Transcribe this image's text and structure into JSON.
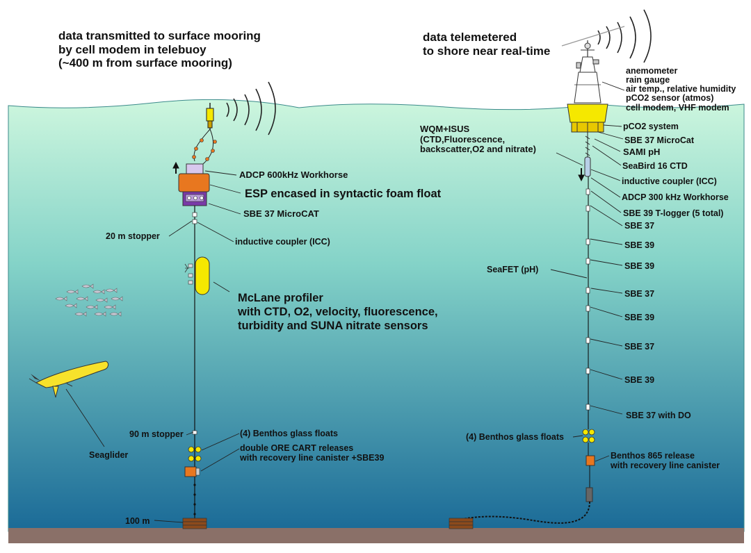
{
  "colors": {
    "sky": "#ffffff",
    "water_top": "#cdf6de",
    "water_mid": "#84d3c8",
    "water_bottom": "#1a6a97",
    "seafloor": "#8a7068",
    "buoy_yellow": "#f5e800",
    "esp_orange": "#e8771f",
    "purple_frame": "#7a3aa8",
    "glider_yellow": "#f7e22b",
    "anchor_brown": "#8c4a1c",
    "line": "#111111"
  },
  "left_mooring": {
    "caption": "data transmitted to surface mooring\nby cell modem in telebuoy\n(~400 m from surface mooring)",
    "labels": {
      "adcp": "ADCP 600kHz Workhorse",
      "esp": "ESP encased in syntactic foam float",
      "microcat": "SBE 37 MicroCAT",
      "stopper20": "20 m  stopper",
      "icc": "inductive coupler (ICC)",
      "mclane": "McLane profiler\nwith CTD, O2, velocity, fluorescence,\nturbidity and SUNA nitrate sensors",
      "stopper90": "90 m  stopper",
      "floats": "(4) Benthos glass floats",
      "releases": "double ORE CART releases\nwith recovery line canister +SBE39",
      "depth100": "100 m",
      "seaglider": "Seaglider"
    }
  },
  "right_mooring": {
    "caption": "data telemetered\nto shore near real-time",
    "labels": {
      "buoy_sensors": "anemometer\nrain gauge\nair temp., relative humidity\npCO2 sensor (atmos)\ncell modem, VHF modem",
      "pco2": "pCO2 system",
      "wqm": "WQM+ISUS\n(CTD,Fluorescence,\nbackscatter,O2 and nitrate)",
      "sbe37_microcat": "SBE 37 MicroCat",
      "sami": "SAMI pH",
      "seabird16": "SeaBird 16 CTD",
      "icc": "inductive coupler (ICC)",
      "adcp300": "ADCP 300 kHz Workhorse",
      "tlogger": "SBE 39 T-logger (5 total)",
      "seafet": "SeaFET (pH)",
      "instruments": [
        "SBE 37",
        "SBE 39",
        "SBE 39",
        "SBE 37",
        "SBE 39",
        "SBE 37",
        "SBE 39",
        "SBE 37 with DO"
      ],
      "floats": "(4) Benthos glass floats",
      "release": "Benthos 865 release\nwith recovery line canister"
    }
  }
}
